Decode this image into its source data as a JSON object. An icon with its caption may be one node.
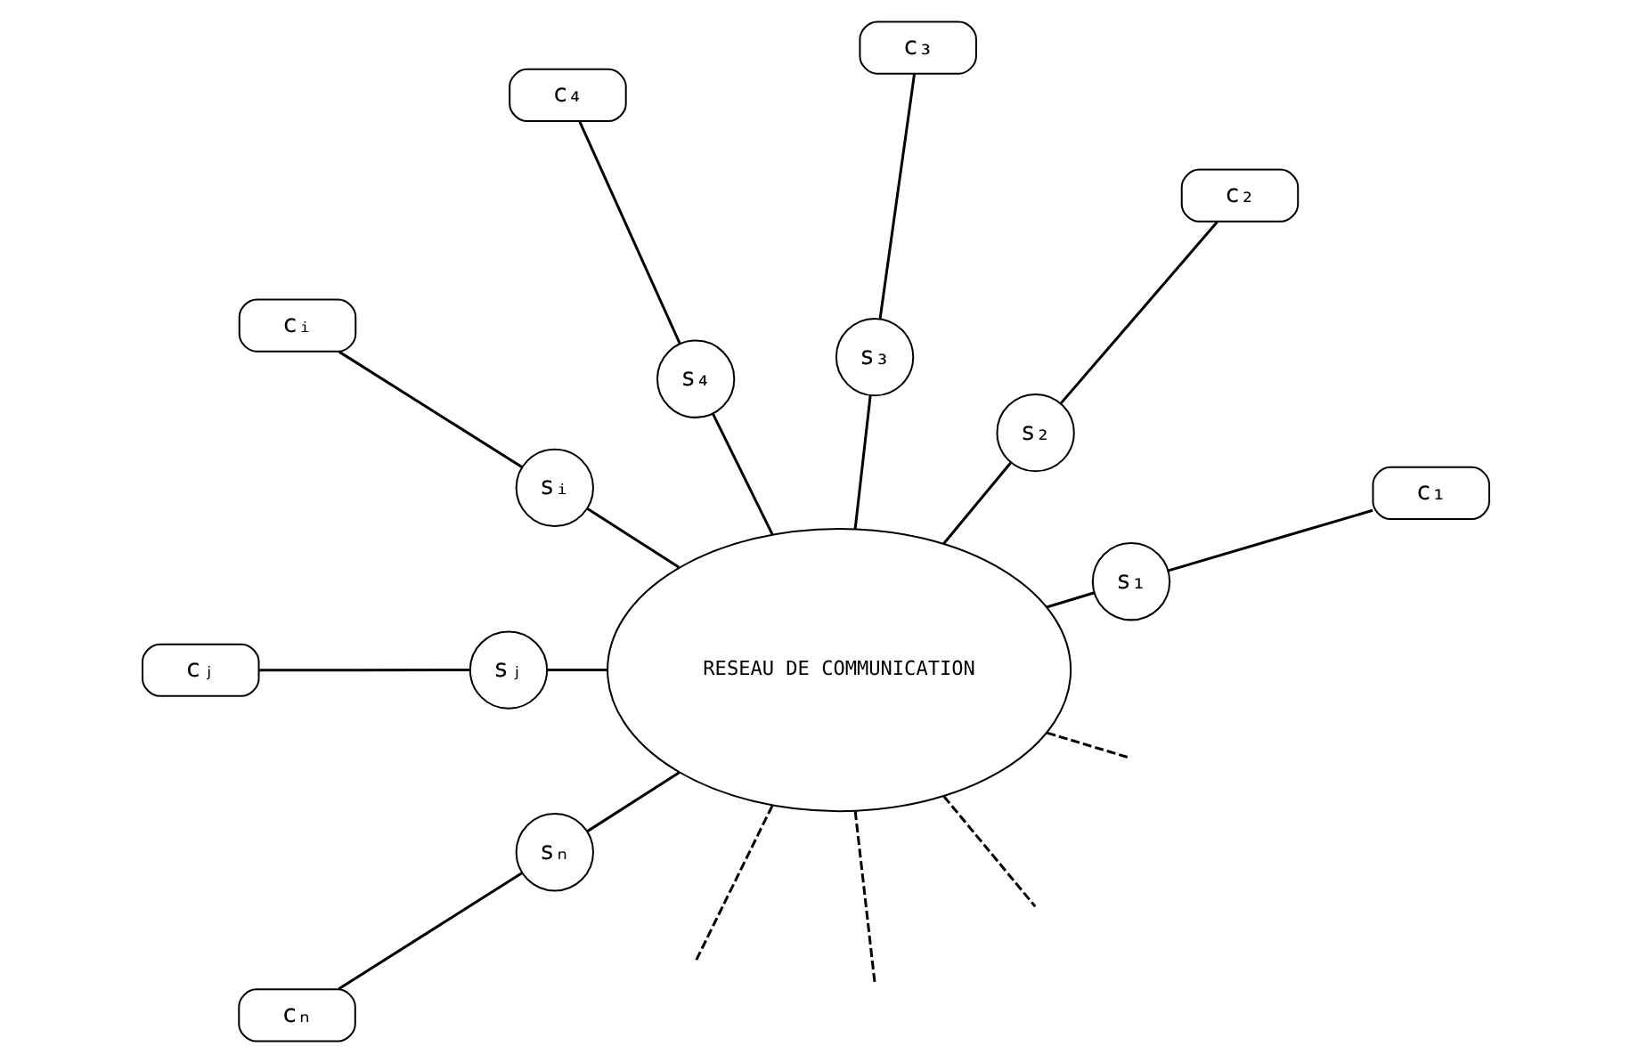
{
  "diagram": {
    "nodes": [
      {
        "text": [
          "RESEAU DE COMMUNICATION"
        ]
      },
      {
        "text": [
          "s₁"
        ]
      },
      {
        "text": [
          "c₁"
        ]
      },
      {
        "text": [
          "s₂"
        ]
      },
      {
        "text": [
          "c₂"
        ]
      },
      {
        "text": [
          "s₃"
        ]
      },
      {
        "text": [
          "c₃"
        ]
      },
      {
        "text": [
          "s₄"
        ]
      },
      {
        "text": [
          "c₄"
        ]
      },
      {
        "text": [
          "sᵢ"
        ]
      },
      {
        "text": [
          "cᵢ"
        ]
      },
      {
        "text": [
          "sⱼ"
        ]
      },
      {
        "text": [
          "cⱼ"
        ]
      },
      {
        "text": [
          "sₙ"
        ]
      },
      {
        "text": [
          "cₙ"
        ]
      }
    ],
    "edges": [
      {
        "from": 0,
        "to": 1,
        "arrow": "none"
      },
      {
        "from": 1,
        "to": 2,
        "arrow": "none"
      },
      {
        "from": 0,
        "to": 3,
        "arrow": "none"
      },
      {
        "from": 3,
        "to": 4,
        "arrow": "none"
      },
      {
        "from": 0,
        "to": 5,
        "arrow": "none"
      },
      {
        "from": 5,
        "to": 6,
        "arrow": "none"
      },
      {
        "from": 0,
        "to": 7,
        "arrow": "none"
      },
      {
        "from": 7,
        "to": 8,
        "arrow": "none"
      },
      {
        "from": 0,
        "to": null,
        "arrow": "none",
        "style": "dashed"
      },
      {
        "from": 0,
        "to": null,
        "arrow": "none",
        "style": "dashed"
      },
      {
        "from": 0,
        "to": 9,
        "arrow": "none"
      },
      {
        "from": 9,
        "to": 10,
        "arrow": "none"
      },
      {
        "from": 0,
        "to": null,
        "arrow": "none",
        "style": "dashed"
      },
      {
        "from": 0,
        "to": null,
        "arrow": "none",
        "style": "dashed"
      },
      {
        "from": 0,
        "to": 11,
        "arrow": "none"
      },
      {
        "from": 11,
        "to": 12,
        "arrow": "none"
      },
      {
        "from": 0,
        "to": 13,
        "arrow": "none"
      },
      {
        "from": 13,
        "to": 14,
        "arrow": "none"
      }
    ]
  }
}
